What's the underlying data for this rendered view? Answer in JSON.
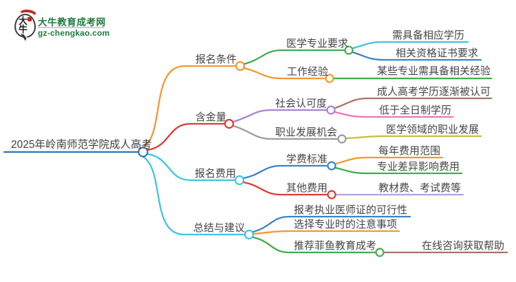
{
  "canvas": {
    "background": "#ffffff",
    "text_color": "#454545"
  },
  "logo": {
    "mark": "大牛",
    "title": "大牛教育成考网",
    "url": "gz-chengkao.com",
    "brand_green": "#1A7C3C",
    "brand_red": "#C2281D"
  },
  "mindmap": {
    "root": {
      "label": "2025年岭南师范学院成人高考",
      "color": "#2E74B5"
    },
    "branches": [
      {
        "label": "报名条件",
        "color": "#F7962E",
        "children": [
          {
            "label": "医学专业要求",
            "color": "#3FAE49",
            "children": [
              {
                "label": "需具备相应学历",
                "color": "#3EC3E6"
              },
              {
                "label": "相关资格证书要求",
                "color": "#3B82C6"
              }
            ]
          },
          {
            "label": "工作经验",
            "color": "#F7962E",
            "children": [
              {
                "label": "某些专业需具备相关经验",
                "color": "#3FAE49"
              }
            ]
          }
        ]
      },
      {
        "label": "含金量",
        "color": "#E03A32",
        "children": [
          {
            "label": "社会认可度",
            "color": "#A980D6",
            "children": [
              {
                "label": "成人高考学历逐渐被认可",
                "color": "#AC7168"
              },
              {
                "label": "低于全日制学历",
                "color": "#F470B8"
              }
            ]
          },
          {
            "label": "职业发展机会",
            "color": "#9B9B9B",
            "children": [
              {
                "label": "医学领域的职业发展",
                "color": "#C6BE3C"
              }
            ]
          }
        ]
      },
      {
        "label": "报名费用",
        "color": "#3EC3E6",
        "children": [
          {
            "label": "学费标准",
            "color": "#3B82C6",
            "children": [
              {
                "label": "每年费用范围",
                "color": "#F7962E"
              },
              {
                "label": "专业差异影响费用",
                "color": "#3FAE49"
              }
            ]
          },
          {
            "label": "其他费用",
            "color": "#E03A32",
            "children": [
              {
                "label": "教材费、考试费等",
                "color": "#B5A0E3"
              }
            ]
          }
        ]
      },
      {
        "label": "总结与建议",
        "color": "#3EC3E6",
        "children": [
          {
            "label": "报考执业医师证的可行性",
            "color": "#3B82C6"
          },
          {
            "label": "选择专业时的注意事项",
            "color": "#F7962E"
          },
          {
            "label": "推荐菲鱼教育成考",
            "color": "#3FAE49",
            "children": [
              {
                "label": "在线咨询获取帮助",
                "color": "#AC7168"
              }
            ]
          }
        ]
      }
    ]
  }
}
